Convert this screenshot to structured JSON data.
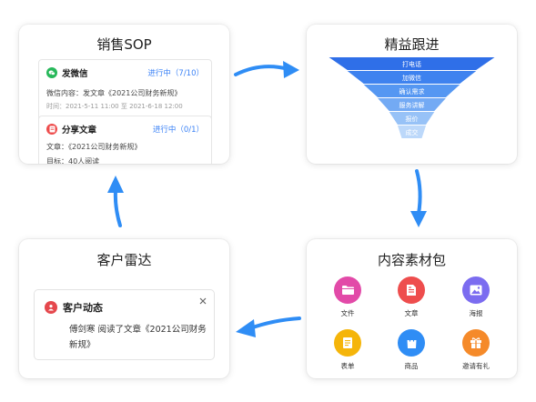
{
  "sop": {
    "title": "销售SOP",
    "tasks": [
      {
        "name": "发微信",
        "status": "进行中（7/10）",
        "content": "微信内容：发文章《2021公司财务新规》",
        "time": "时间：2021-5-11 11:00 至 2021-6-18 12:00"
      },
      {
        "name": "分享文章",
        "status": "进行中（0/1）",
        "content": "文章：《2021公司财务新规》",
        "target": "目标：40人阅读"
      }
    ]
  },
  "funnel": {
    "title": "精益跟进",
    "stages": [
      "打电话",
      "加微信",
      "确认需求",
      "服务讲解",
      "报价",
      "成交"
    ]
  },
  "radar": {
    "title": "客户雷达",
    "notice_title": "客户动态",
    "notice_body": "傅剑寒 阅读了文章《2021公司财务新规》"
  },
  "materials": {
    "title": "内容素材包",
    "items": [
      {
        "label": "文件",
        "icon": "folder-icon",
        "color": "#e24aa8"
      },
      {
        "label": "文章",
        "icon": "document-icon",
        "color": "#ee4d4d"
      },
      {
        "label": "海报",
        "icon": "image-icon",
        "color": "#7b6cf0"
      },
      {
        "label": "表单",
        "icon": "form-icon",
        "color": "#f5b50a"
      },
      {
        "label": "商品",
        "icon": "bag-icon",
        "color": "#2f8df5"
      },
      {
        "label": "邀请有礼",
        "icon": "gift-icon",
        "color": "#f58a2a"
      }
    ]
  },
  "colors": {
    "accent_blue": "#3b82f6",
    "arrow_blue": "#2f8df5",
    "wechat_green": "#27b85a",
    "article_red": "#ee4d4d"
  }
}
